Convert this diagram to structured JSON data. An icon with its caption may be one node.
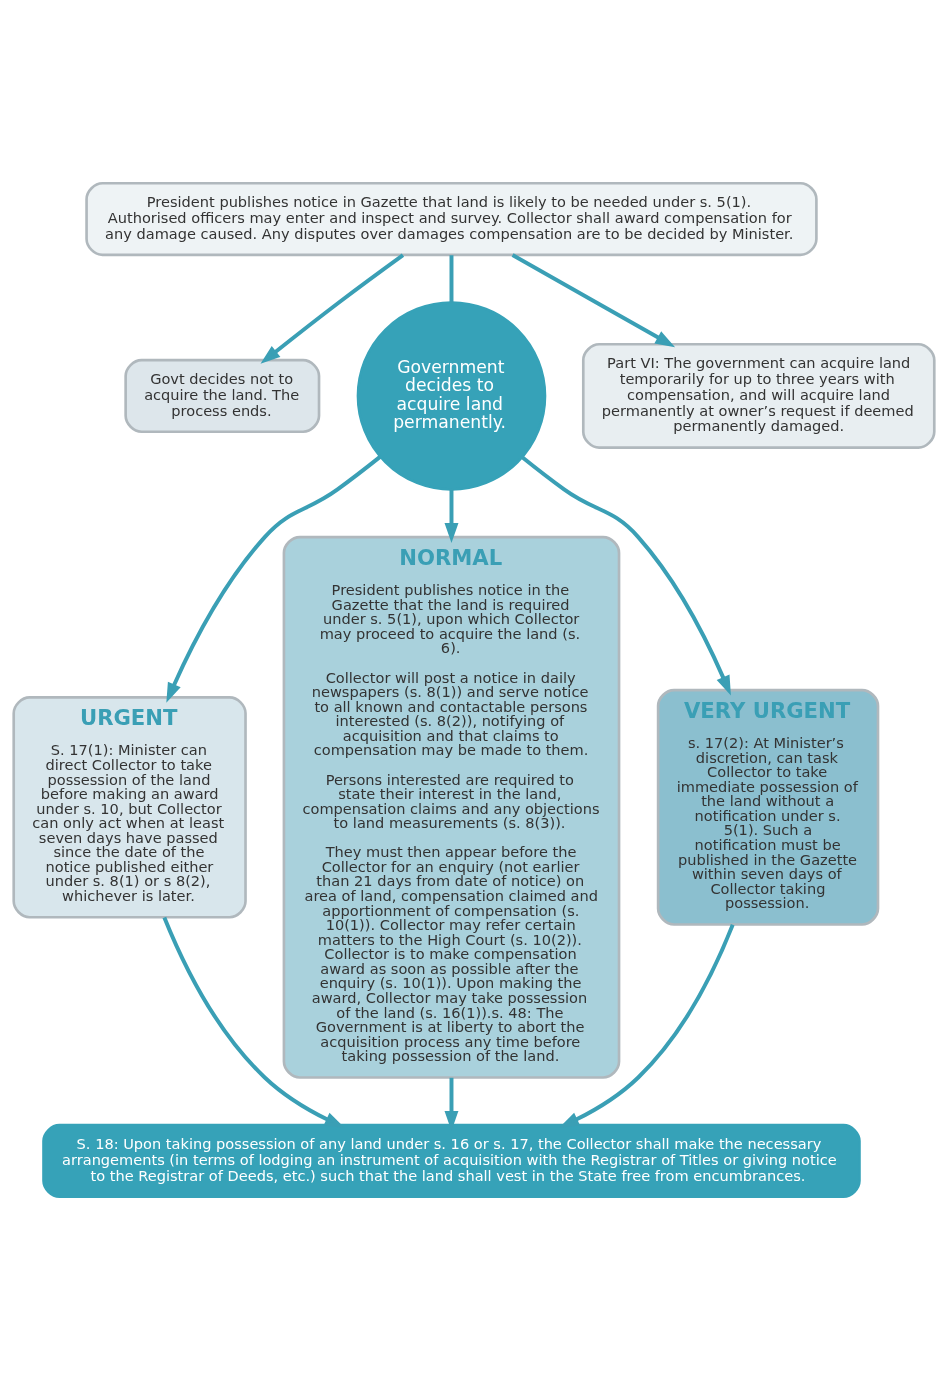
{
  "diagram": {
    "nodes": [
      {
        "text": [
          "President publishes notice in Gazette that land is likely to be needed under s. 5(1). Authorised officers may enter and inspect and survey. Collector shall award compensation for any damage caused. Any disputes over damages compensation are to be decided by Minister."
        ]
      },
      {
        "text": [
          "Govt decides not to acquire the land. The process ends."
        ]
      },
      {
        "text": [
          "Part VI: The government can acquire land temporarily for up to three years with compensation, and will acquire land permanently at owner’s request if deemed permanently damaged."
        ]
      },
      {
        "text": [
          "Government decides to acquire land permanently."
        ]
      },
      {
        "text": [
          "URGENT",
          "S. 17(1): Minister can direct Collector to take possession of the land before making an award under s. 10, but Collector can only act when at least seven days have passed since the date of the notice published either under s. 8(1) or s 8(2), whichever is later."
        ]
      },
      {
        "text": [
          "NORMAL",
          "President publishes notice in the Gazette that the land is required under s. 5(1), upon which Collector may proceed to acquire the land (s. 6).",
          "Collector will post a notice in daily newspapers (s. 8(1)) and serve notice to all known and contactable persons interested (s. 8(2)), notifying of acquisition and that claims to compensation may be made to them.",
          "Persons interested are required to state their interest in the land, compensation claims and any objections to land measurements (s. 8(3)).",
          "They must then appear before the Collector for an enquiry (not earlier than 21 days from date of notice) on area of land, compensation claimed and apportionment of compensation (s. 10(1)). Collector may refer certain matters to the High Court (s. 10(2)). Collector is to make compensation award as soon as possible after the enquiry (s. 10(1)). Upon making the award, Collector may take possession of the land (s. 16(1)).s. 48: The Government is at liberty to abort the acquisition process any time before taking possession of the land."
        ]
      },
      {
        "text": [
          "VERY URGENT",
          "s. 17(2): At Minister’s discretion, can task Collector to take immediate possession of the land without a notification under s. 5(1). Such a notification must be published in the Gazette within seven days of Collector taking possession."
        ]
      },
      {
        "text": [
          "S. 18: Upon taking possession of any land under s. 16 or s. 17, the Collector shall make the necessary arrangements (in terms of lodging an instrument of acquisition with the Registrar of Titles or giving notice to the Registrar of Deeds, etc.) such that the land shall vest in the State free from encumbrances."
        ]
      }
    ],
    "edges": [
      {
        "from": 0,
        "to": 1,
        "arrow": "to"
      },
      {
        "from": 0,
        "to": 2,
        "arrow": "to"
      },
      {
        "from": 0,
        "to": 3,
        "arrow": "none"
      },
      {
        "from": 3,
        "to": 4,
        "arrow": "to"
      },
      {
        "from": 3,
        "to": 5,
        "arrow": "to"
      },
      {
        "from": 3,
        "to": 6,
        "arrow": "to"
      },
      {
        "from": 4,
        "to": 7,
        "arrow": "to"
      },
      {
        "from": 5,
        "to": 7,
        "arrow": "to"
      },
      {
        "from": 6,
        "to": 7,
        "arrow": "to"
      }
    ]
  }
}
